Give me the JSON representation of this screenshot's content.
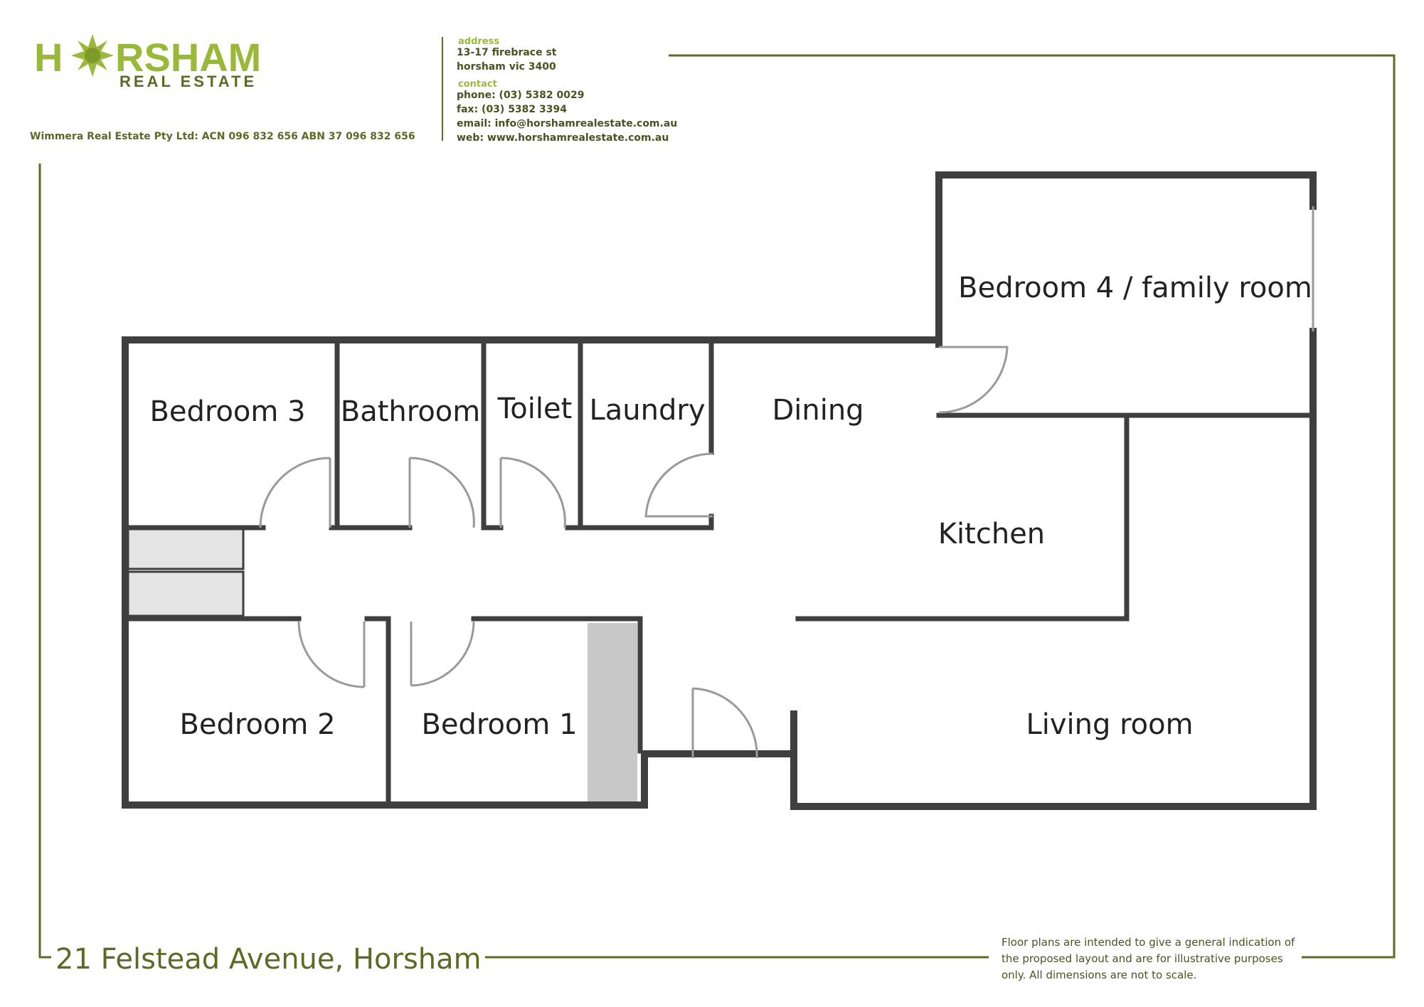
{
  "colors": {
    "brand_green": "#9ab83a",
    "border_green": "#5b6b24",
    "text_olive": "#4a5320",
    "wall": "#3f3f3f",
    "door": "#9a9a9a",
    "storage": "#e4e4e4",
    "robe": "#c8c8c8"
  },
  "header": {
    "logo_left": "H",
    "logo_right": "RSHAM",
    "logo_sub": "REAL ESTATE",
    "company": "Wimmera Real Estate Pty Ltd:  ACN 096 832 656   ABN  37 096 832 656",
    "address_label": "address",
    "address_lines": [
      "13-17 firebrace st",
      "horsham  vic  3400"
    ],
    "contact_label": "contact",
    "contact_lines": [
      "phone: (03) 5382 0029",
      "fax: (03) 5382 3394",
      "email: info@horshamrealestate.com.au",
      "web: www.horshamrealestate.com.au"
    ]
  },
  "rooms": {
    "bedroom4": "Bedroom 4 / family room",
    "bedroom3": "Bedroom 3",
    "bathroom": "Bathroom",
    "toilet": "Toilet",
    "laundry": "Laundry",
    "dining": "Dining",
    "kitchen": "Kitchen",
    "bedroom2": "Bedroom 2",
    "bedroom1": "Bedroom 1",
    "living": "Living room"
  },
  "footer": {
    "property_address": "21 Felstead Avenue, Horsham",
    "disclaimer_lines": [
      "Floor plans are intended to give a general indication of",
      "the proposed layout and are for illustrative purposes",
      "only. All dimensions are not to scale."
    ]
  }
}
